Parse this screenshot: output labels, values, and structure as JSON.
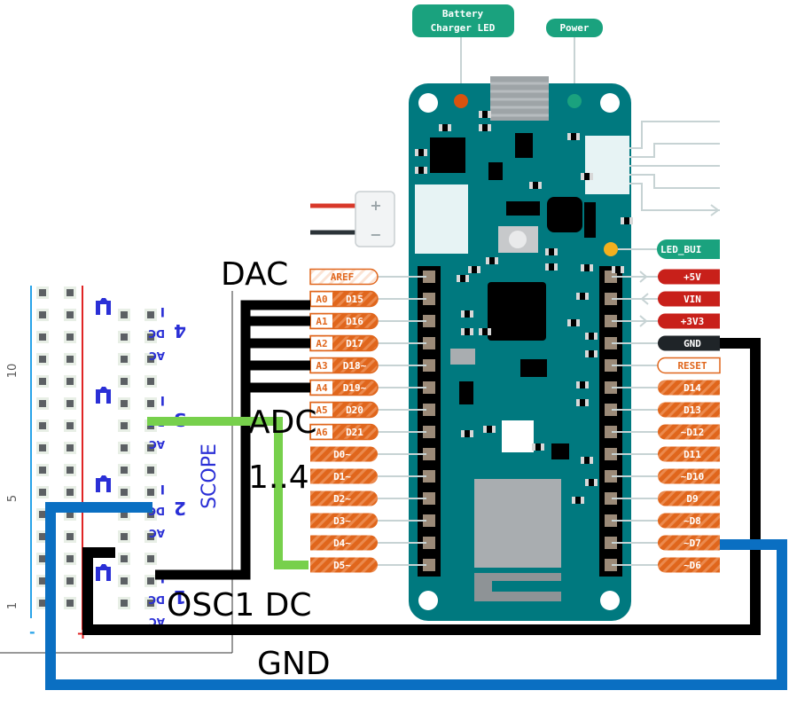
{
  "board": {
    "top_tags": [
      {
        "text": [
          "Battery",
          "Charger LED"
        ],
        "color": "#1aa27e"
      },
      {
        "text": [
          "Power"
        ],
        "color": "#1aa27e"
      }
    ],
    "led_tag": "LED_BUI",
    "battery_connector": {
      "plus": "+",
      "minus": "−"
    },
    "left_pins": [
      {
        "alt": "",
        "name": "AREF",
        "style": "outline"
      },
      {
        "alt": "A0",
        "name": "D15",
        "style": "analog"
      },
      {
        "alt": "A1",
        "name": "D16",
        "style": "analog"
      },
      {
        "alt": "A2",
        "name": "D17",
        "style": "analog"
      },
      {
        "alt": "A3",
        "name": "D18~",
        "style": "analog"
      },
      {
        "alt": "A4",
        "name": "D19~",
        "style": "analog"
      },
      {
        "alt": "A5",
        "name": "D20",
        "style": "analog"
      },
      {
        "alt": "A6",
        "name": "D21",
        "style": "analog"
      },
      {
        "alt": "",
        "name": "D0~",
        "style": "digital"
      },
      {
        "alt": "",
        "name": "D1~",
        "style": "digital"
      },
      {
        "alt": "",
        "name": "D2~",
        "style": "digital"
      },
      {
        "alt": "",
        "name": "D3~",
        "style": "digital"
      },
      {
        "alt": "",
        "name": "D4~",
        "style": "digital"
      },
      {
        "alt": "",
        "name": "D5~",
        "style": "digital"
      }
    ],
    "right_pins": [
      {
        "name": "+5V",
        "style": "power",
        "arrow": "out"
      },
      {
        "name": "VIN",
        "style": "power",
        "arrow": "in"
      },
      {
        "name": "+3V3",
        "style": "power",
        "arrow": "out"
      },
      {
        "name": "GND",
        "style": "ground",
        "arrow": ""
      },
      {
        "name": "RESET",
        "style": "outline",
        "arrow": ""
      },
      {
        "name": "D14",
        "style": "digital",
        "arrow": ""
      },
      {
        "name": "D13",
        "style": "digital",
        "arrow": ""
      },
      {
        "name": "~D12",
        "style": "digital",
        "arrow": ""
      },
      {
        "name": "D11",
        "style": "digital",
        "arrow": ""
      },
      {
        "name": "~D10",
        "style": "digital",
        "arrow": ""
      },
      {
        "name": "D9",
        "style": "digital",
        "arrow": ""
      },
      {
        "name": "~D8",
        "style": "digital",
        "arrow": ""
      },
      {
        "name": "~D7",
        "style": "digital",
        "arrow": ""
      },
      {
        "name": "~D6",
        "style": "digital",
        "arrow": ""
      }
    ]
  },
  "annotations": {
    "dac": "DAC",
    "adc_line1": "ADC",
    "adc_line2": "1..4",
    "osc1": "OSC1 DC",
    "gnd": "GND"
  },
  "scope": {
    "title": "SCOPE",
    "row_numbers": [
      "10",
      "5",
      "1"
    ],
    "rail_minus": "-",
    "rail_plus": "+",
    "channels": [
      {
        "num": "4",
        "labels": [
          "I",
          "DC",
          "AC"
        ]
      },
      {
        "num": "3",
        "labels": [
          "I",
          "DC",
          "AC"
        ]
      },
      {
        "num": "2",
        "labels": [
          "I",
          "DC",
          "AC"
        ]
      },
      {
        "num": "1",
        "labels": [
          "I",
          "DC",
          "AC"
        ]
      }
    ]
  },
  "colors": {
    "pcb": "#00797f",
    "pin_orange": "#e0661c",
    "power_red": "#c8201a",
    "ground_black": "#1f2428",
    "wire_black": "#000000",
    "wire_green": "#77d04c",
    "wire_blue": "#0a6fc2",
    "tag_green": "#1aa27e"
  }
}
